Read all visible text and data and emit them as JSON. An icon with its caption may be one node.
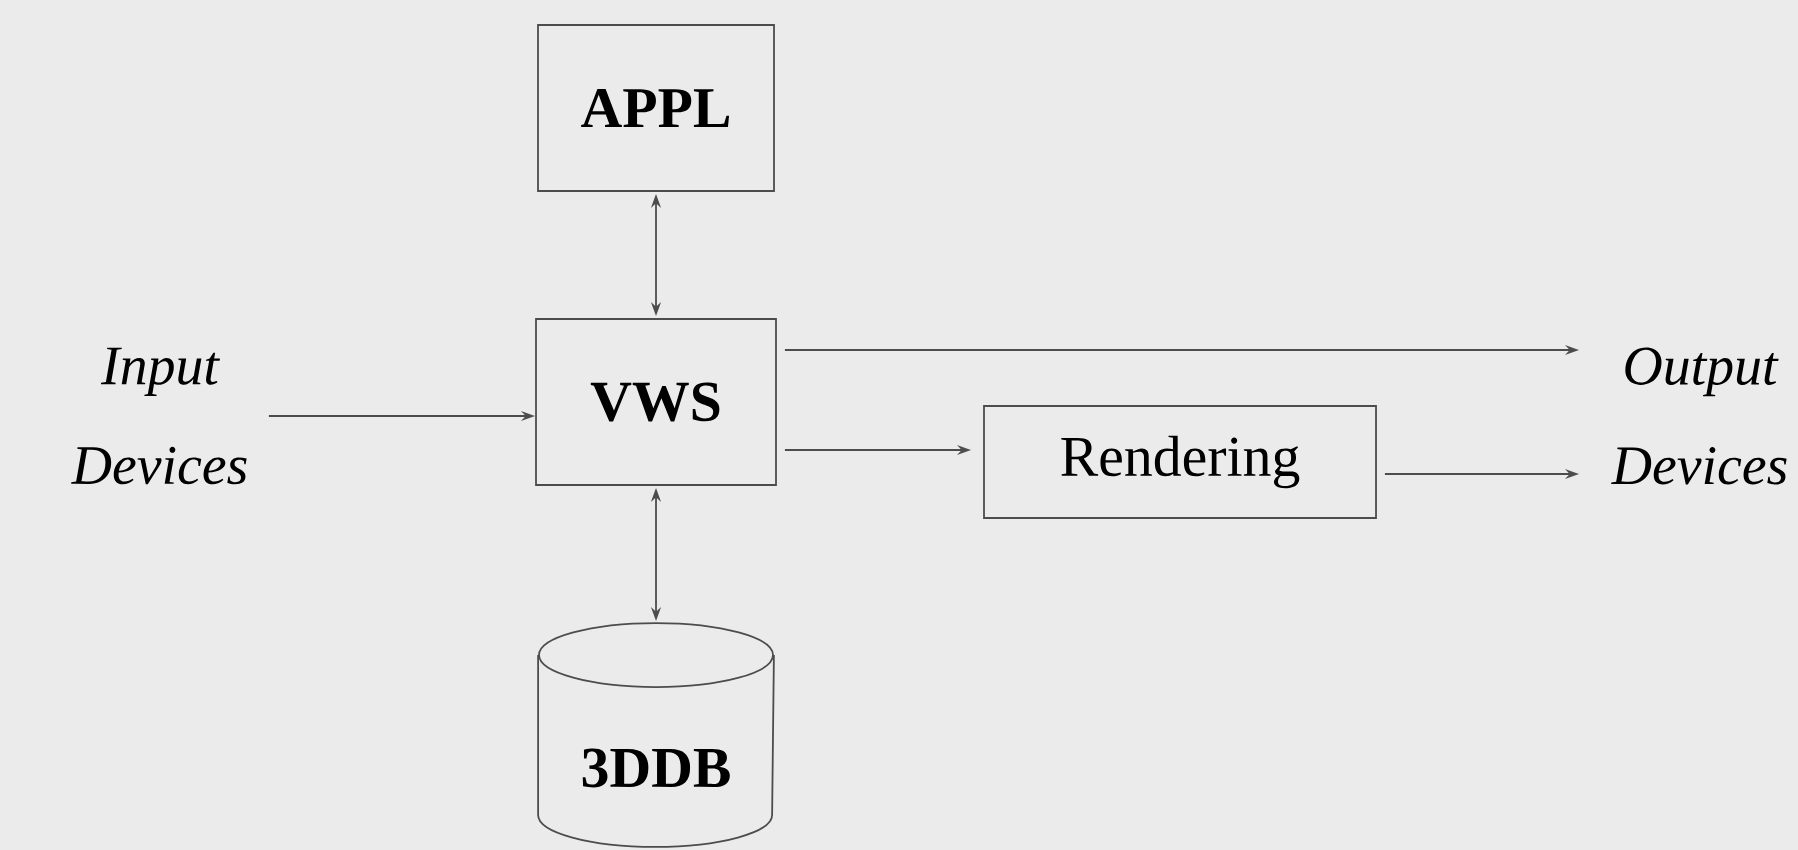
{
  "diagram": {
    "nodes": [
      {
        "text": [
          "APPL"
        ]
      },
      {
        "text": [
          "Input Devices"
        ]
      },
      {
        "text": [
          "VWS"
        ]
      },
      {
        "text": [
          "Output Devices"
        ]
      },
      {
        "text": [
          "Rendering"
        ]
      },
      {
        "text": [
          "3DDB"
        ]
      }
    ],
    "edges": [
      {
        "from": 0,
        "to": 2,
        "arrow": "both"
      },
      {
        "from": 1,
        "to": 2,
        "arrow": "to"
      },
      {
        "from": 2,
        "to": 3,
        "arrow": "to"
      },
      {
        "from": 2,
        "to": 4,
        "arrow": "to"
      },
      {
        "from": 4,
        "to": 3,
        "arrow": "to"
      },
      {
        "from": 2,
        "to": 5,
        "arrow": "both"
      }
    ]
  }
}
